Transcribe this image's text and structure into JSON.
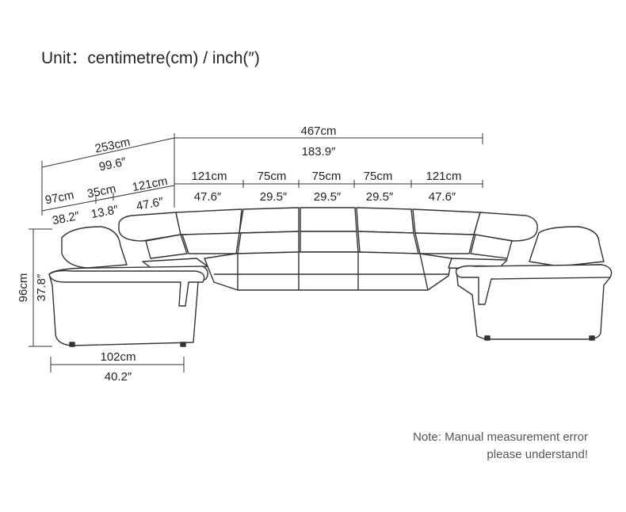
{
  "unit_label": "Unit：centimetre(cm) / inch(″)",
  "note": {
    "line1": "Note: Manual measurement error",
    "line2": "please understand!"
  },
  "dimensions": {
    "total_width_cm": "467cm",
    "total_width_in": "183.9″",
    "side_length_cm": "253cm",
    "side_length_in": "99.6″",
    "side_seat1_cm": "97cm",
    "side_seat1_in": "38.2″",
    "side_console_cm": "35cm",
    "side_console_in": "13.8″",
    "side_seat2_cm": "121cm",
    "side_seat2_in": "47.6″",
    "seg1_cm": "121cm",
    "seg1_in": "47.6″",
    "seg2_cm": "75cm",
    "seg2_in": "29.5″",
    "seg3_cm": "75cm",
    "seg3_in": "29.5″",
    "seg4_cm": "75cm",
    "seg4_in": "29.5″",
    "seg5_cm": "121cm",
    "seg5_in": "47.6″",
    "height_cm": "96cm",
    "height_in": "37.8″",
    "depth_cm": "102cm",
    "depth_in": "40.2″"
  }
}
